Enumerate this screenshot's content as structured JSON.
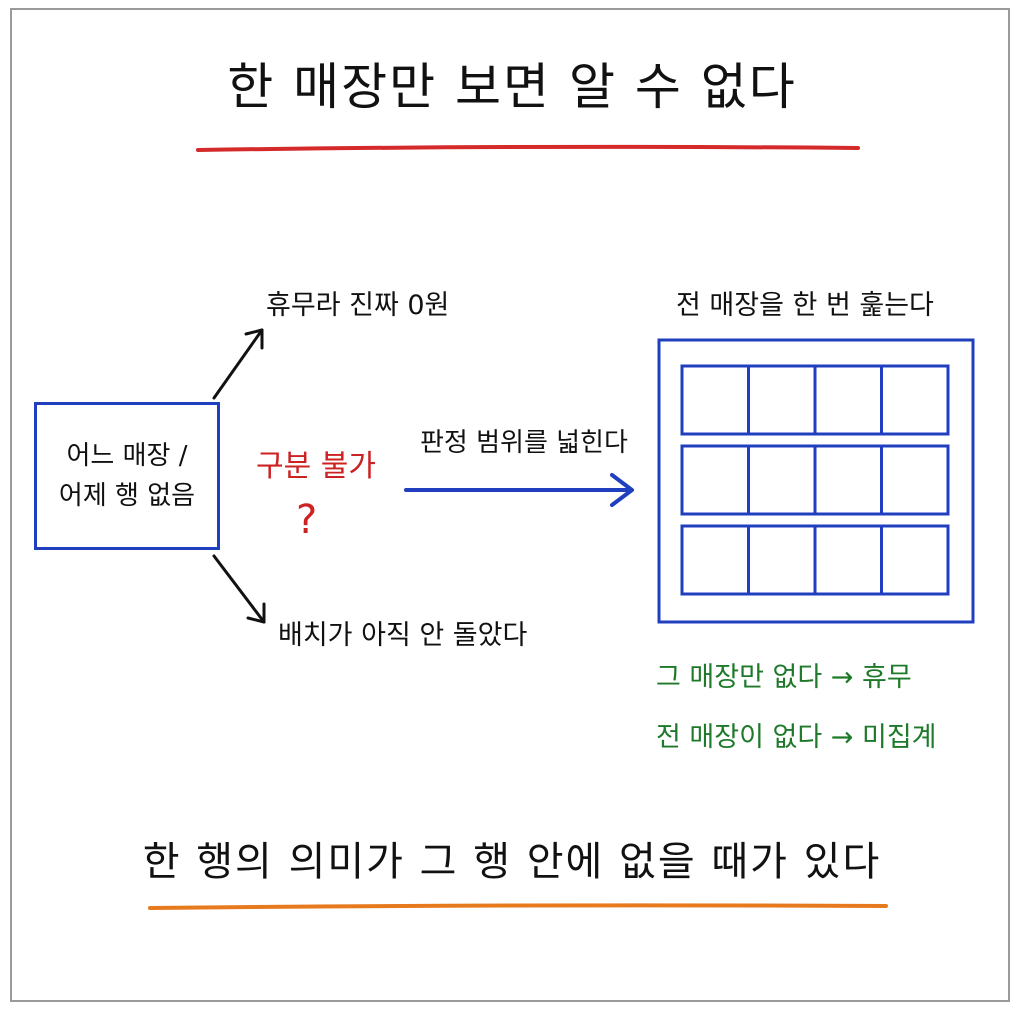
{
  "title": "한 매장만 보면 알 수 없다",
  "source_box": {
    "line1": "어느 매장 /",
    "line2": "어제 행 없음"
  },
  "branches": {
    "top": "휴무라 진짜 0원",
    "bottom": "배치가 아직 안 돌았다"
  },
  "ambiguity": {
    "label": "구분 불가",
    "symbol": "?"
  },
  "action": {
    "label": "판정 범위를 넓힌다"
  },
  "scan": {
    "label": "전 매장을 한 번 훑는다",
    "rows": 3,
    "cols": 4
  },
  "rules": [
    "그 매장만 없다 → 휴무",
    "전 매장이 없다 → 미집계"
  ],
  "footer": "한 행의 의미가 그 행 안에 없을 때가 있다",
  "colors": {
    "title_underline": "#d42a2a",
    "footer_underline": "#e87a1e",
    "blue": "#1f3fbf",
    "red": "#cc2222",
    "green": "#1e7a2a"
  }
}
